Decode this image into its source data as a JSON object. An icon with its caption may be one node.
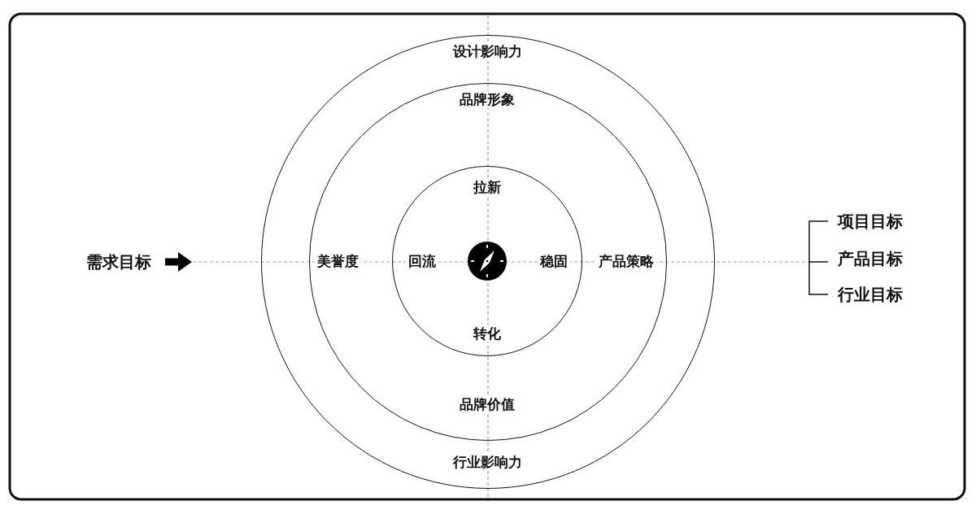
{
  "diagram": {
    "nodes": [
      {
        "text": [
          "需求目标"
        ]
      },
      {
        "text": [
          "设计影响力",
          "行业影响力"
        ]
      },
      {
        "text": [
          "品牌形象",
          "美誉度",
          "产品策略",
          "品牌价值"
        ],
        "in": 1
      },
      {
        "text": [
          "拉新",
          "回流",
          "稳固",
          "转化"
        ],
        "in": 2
      },
      {
        "text": [
          "项目目标"
        ]
      },
      {
        "text": [
          "产品目标"
        ]
      },
      {
        "text": [
          "行业目标"
        ]
      }
    ]
  }
}
